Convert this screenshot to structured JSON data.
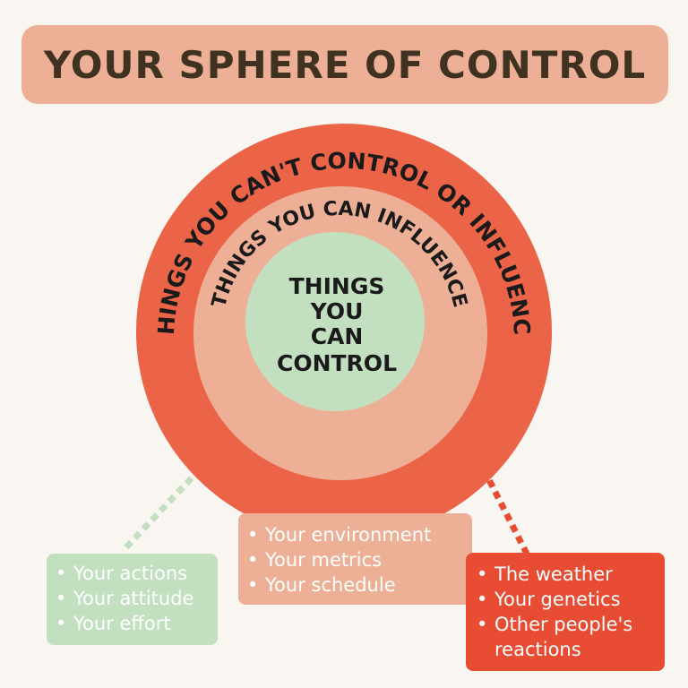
{
  "title": "YOUR SPHERE OF CONTROL",
  "rings": {
    "outer_label": "THINGS YOU CAN'T CONTROL OR INFLUENCE",
    "middle_label": "THINGS YOU CAN INFLUENCE",
    "inner_lines": [
      "THINGS",
      "YOU",
      "CAN",
      "CONTROL"
    ]
  },
  "colors": {
    "background": "#f9f5f1",
    "outer_ring": "#ec6448",
    "middle_ring": "#edb096",
    "inner_circle": "#c2e0c0",
    "red_box": "#e84c32",
    "title_text": "#3f3220"
  },
  "boxes": {
    "control": [
      "Your actions",
      "Your attitude",
      "Your effort"
    ],
    "influence": [
      "Your environment",
      "Your metrics",
      "Your schedule"
    ],
    "cannot_control": [
      "The weather",
      "Your genetics",
      "Other people's reactions"
    ]
  }
}
